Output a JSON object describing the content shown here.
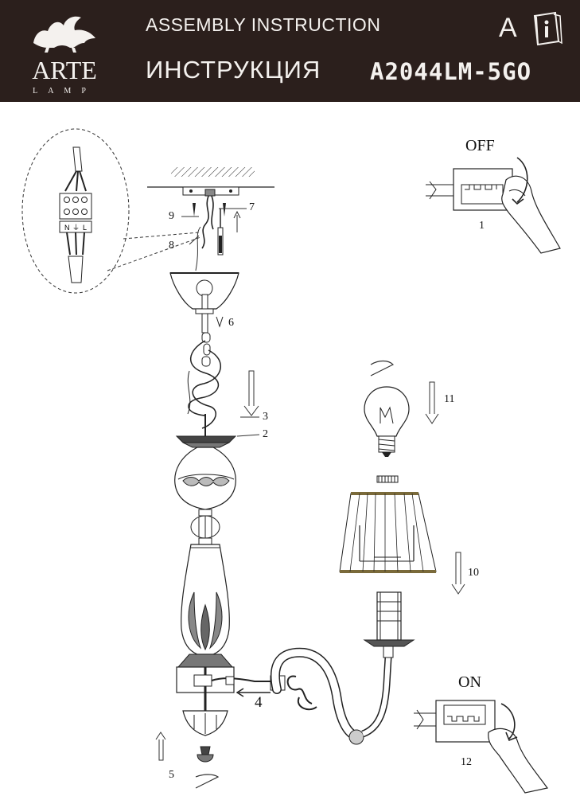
{
  "header": {
    "brand": "ARTE",
    "brand_sub": "LAMP",
    "title_en": "ASSEMBLY INSTRUCTION",
    "title_ru": "ИНСТРУКЦИЯ",
    "model": "A2044LM-5GO",
    "lang_letter": "A"
  },
  "diagram": {
    "off_label": "OFF",
    "on_label": "ON",
    "steps": {
      "s1": "1",
      "s2": "2",
      "s3": "3",
      "s4": "4",
      "s5": "5",
      "s6": "6",
      "s7": "7",
      "s8": "8",
      "s9": "9",
      "s10": "10",
      "s11": "11",
      "s12": "12"
    },
    "terminal_labels": {
      "n": "N",
      "earth": "⏚",
      "l": "L"
    }
  },
  "colors": {
    "header_bg": "#2b1f1c",
    "header_text": "#f4f1ee",
    "shade_rim": "#7a6a3a"
  }
}
